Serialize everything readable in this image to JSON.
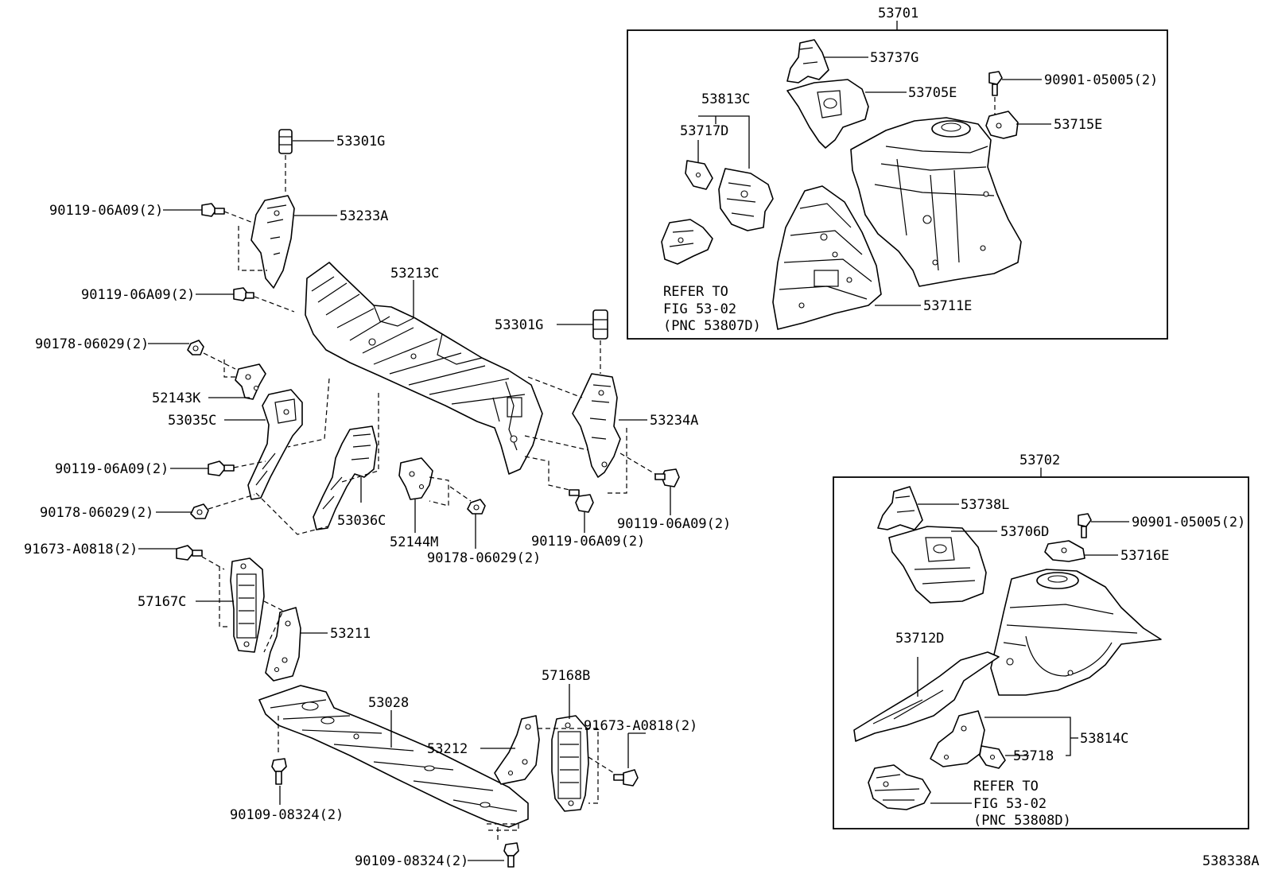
{
  "figure_id": "538338A",
  "groups": [
    {
      "id": "53701",
      "label": "53701"
    },
    {
      "id": "53702",
      "label": "53702"
    }
  ],
  "callouts": {
    "c53301G_top": "53301G",
    "c53233A": "53233A",
    "c90119_1": "90119-06A09(2)",
    "c90119_2": "90119-06A09(2)",
    "c53213C": "53213C",
    "c90178_1": "90178-06029(2)",
    "c52143K": "52143K",
    "c53035C": "53035C",
    "c90119_3": "90119-06A09(2)",
    "c90178_2": "90178-06029(2)",
    "c53036C": "53036C",
    "c52144M": "52144M",
    "c90178_3": "90178-06029(2)",
    "c53301G_mid": "53301G",
    "c53234A": "53234A",
    "c90119_4": "90119-06A09(2)",
    "c90119_5": "90119-06A09(2)",
    "c91673_1": "91673-A0818(2)",
    "c57167C": "57167C",
    "c53211": "53211",
    "c53028": "53028",
    "c57168B": "57168B",
    "c91673_2": "91673-A0818(2)",
    "c53212": "53212",
    "c90109_1": "90109-08324(2)",
    "c90109_2": "90109-08324(2)",
    "c53737G": "53737G",
    "c53705E": "53705E",
    "c90901_1": "90901-05005(2)",
    "c53715E": "53715E",
    "c53813C": "53813C",
    "c53717D": "53717D",
    "c53711E": "53711E",
    "c53738L": "53738L",
    "c53706D": "53706D",
    "c90901_2": "90901-05005(2)",
    "c53716E": "53716E",
    "c53712D": "53712D",
    "c53814C": "53814C",
    "c53718": "53718"
  },
  "references": [
    {
      "lines": [
        "REFER TO",
        "FIG 53-02",
        "(PNC 53807D)"
      ]
    },
    {
      "lines": [
        "REFER TO",
        "FIG 53-02",
        "(PNC 53808D)"
      ]
    }
  ]
}
